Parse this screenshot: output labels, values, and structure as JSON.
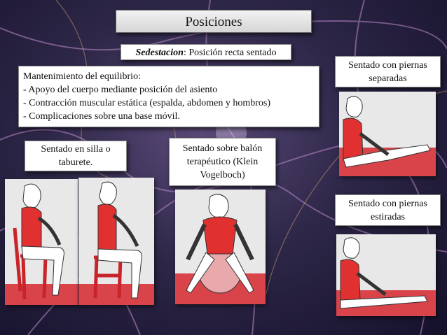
{
  "slide": {
    "title": "Posiciones",
    "subtitle_term": "Sedestacion",
    "subtitle_rest": ": Posición recta sentado",
    "list_lines": [
      "Mantenimiento del equilibrio:",
      "-   Apoyo del cuerpo mediante posición del asiento",
      "-   Contracción muscular estática (espalda, abdomen y hombros)",
      "-   Complicaciones sobre una base móvil."
    ],
    "captions": {
      "chair": "Sentado en silla o taburete.",
      "ball": "Sentado sobre balón terapéutico (Klein Vogelboch)",
      "legs_apart": "Sentado con piernas separadas",
      "legs_straight": "Sentado con piernas estiradas"
    }
  },
  "colors": {
    "shirt": "#e03030",
    "floor": "#d9434a",
    "skin": "#ffffff",
    "chair": "#c8242a"
  },
  "icons": [
    "neuron-background",
    "figure-chair",
    "figure-stool",
    "figure-ball",
    "figure-legs-apart",
    "figure-legs-straight"
  ]
}
